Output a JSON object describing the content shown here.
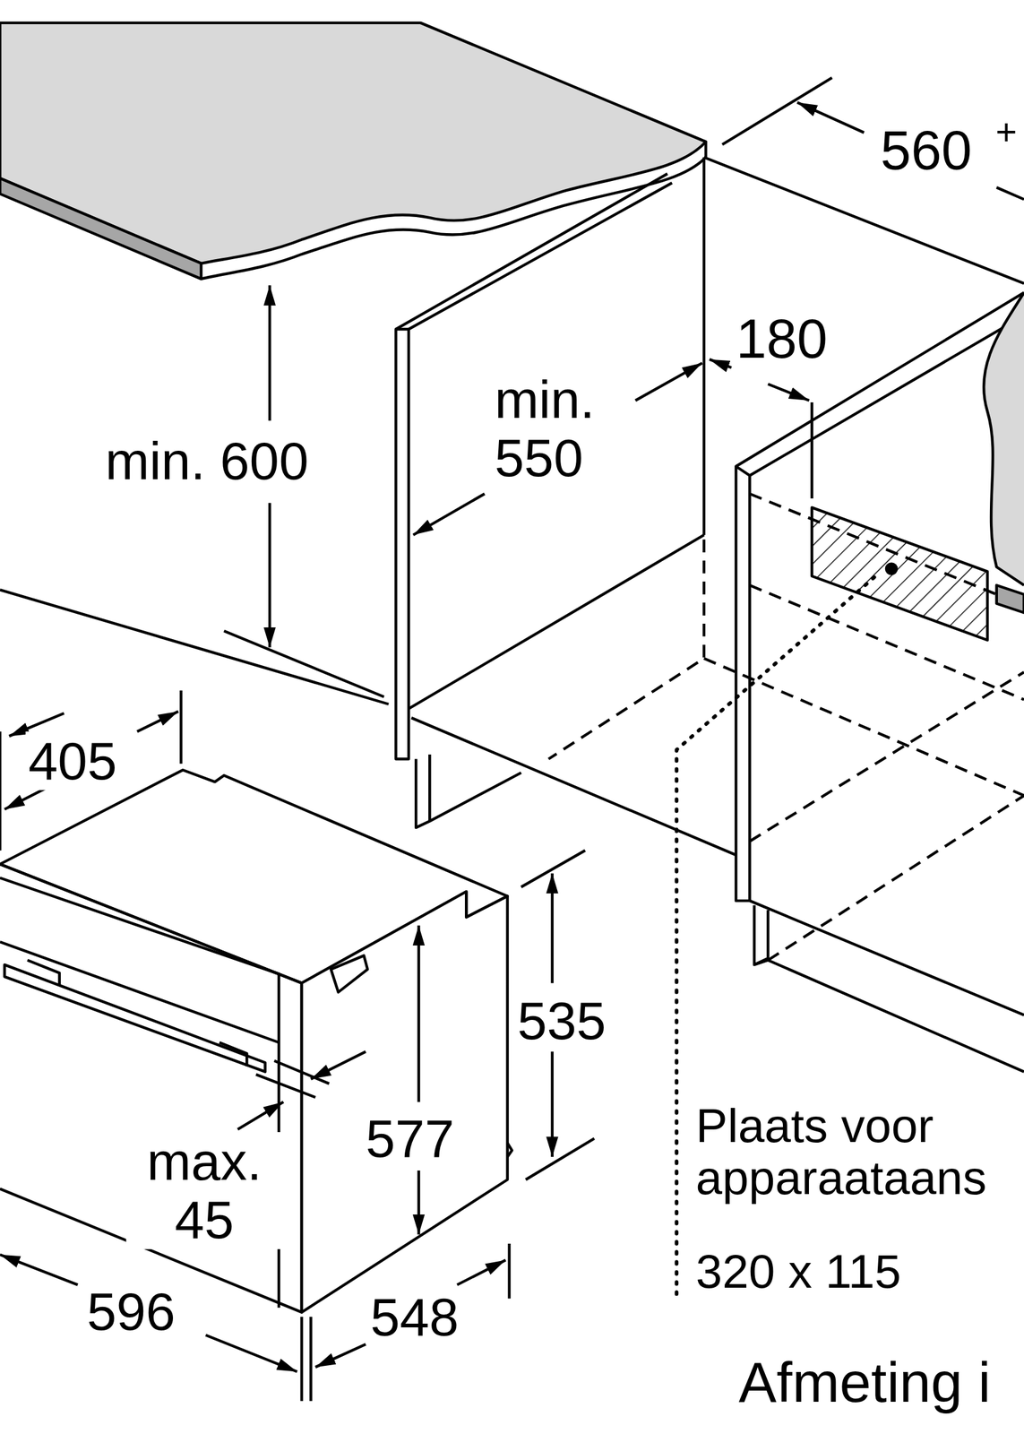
{
  "diagram": {
    "labels": [
      "560",
      "+",
      "180",
      "min. 550",
      "min. 600",
      "405",
      "535",
      "577",
      "max. 45",
      "596",
      "548",
      "Plaats voor apparaataans",
      "320 x 115",
      "Afmeting i"
    ]
  }
}
